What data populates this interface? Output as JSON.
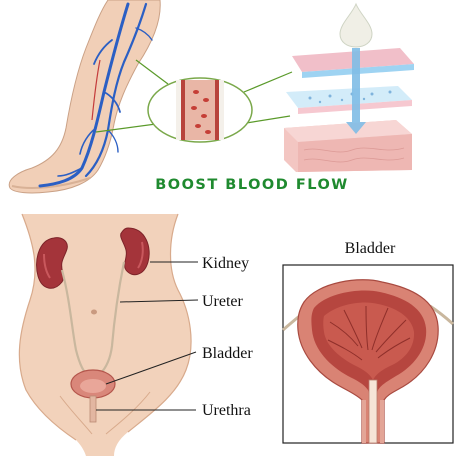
{
  "top_panel": {
    "title": "BOOST BLOOD FLOW",
    "title_color": "#1f8a2f",
    "callout_color": "#5a9a2a"
  },
  "anatomy_panel": {
    "labels": [
      "Kidney",
      "Ureter",
      "Bladder",
      "Urethra"
    ]
  },
  "bladder_panel": {
    "title": "Bladder"
  },
  "colors": {
    "skin": "#f2d2bb",
    "vein": "#2b5fc4",
    "kidney": "#a4343a",
    "bladder_tissue": "#d77f70",
    "bladder_inner": "#b6463f",
    "layer_top": "#f1bfc9",
    "layer_blue": "#9ed3f2"
  }
}
